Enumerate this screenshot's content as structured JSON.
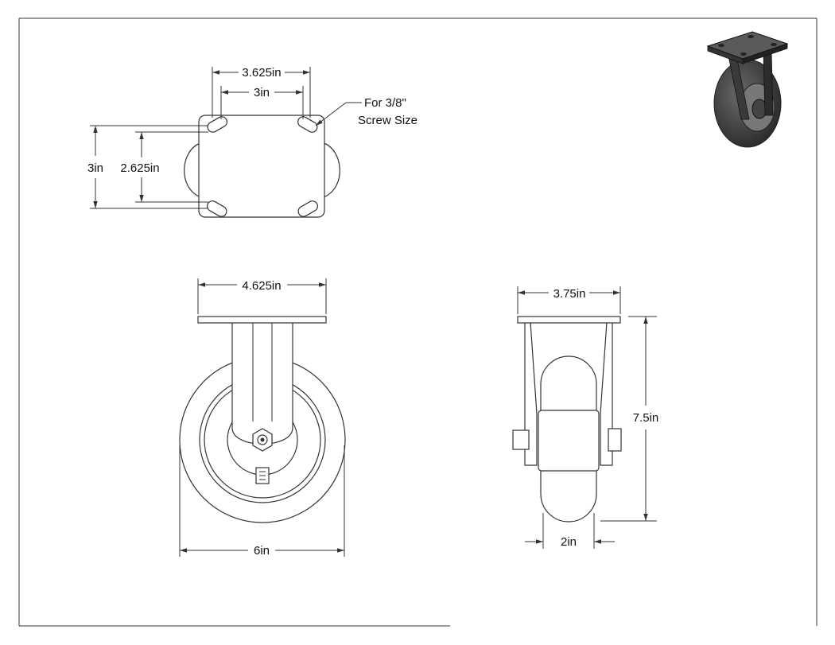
{
  "drawing": {
    "dimensions": {
      "top_plate_hole_width": "3.625in",
      "top_plate_hole_inner_width": "3in",
      "top_plate_height": "3in",
      "top_plate_hole_height": "2.625in",
      "front_plate_width": "4.625in",
      "wheel_diameter": "6in",
      "side_plate_width": "3.75in",
      "overall_height": "7.5in",
      "wheel_width": "2in"
    },
    "notes": {
      "screw_line1": "For 3/8\"",
      "screw_line2": "Screw Size"
    }
  }
}
